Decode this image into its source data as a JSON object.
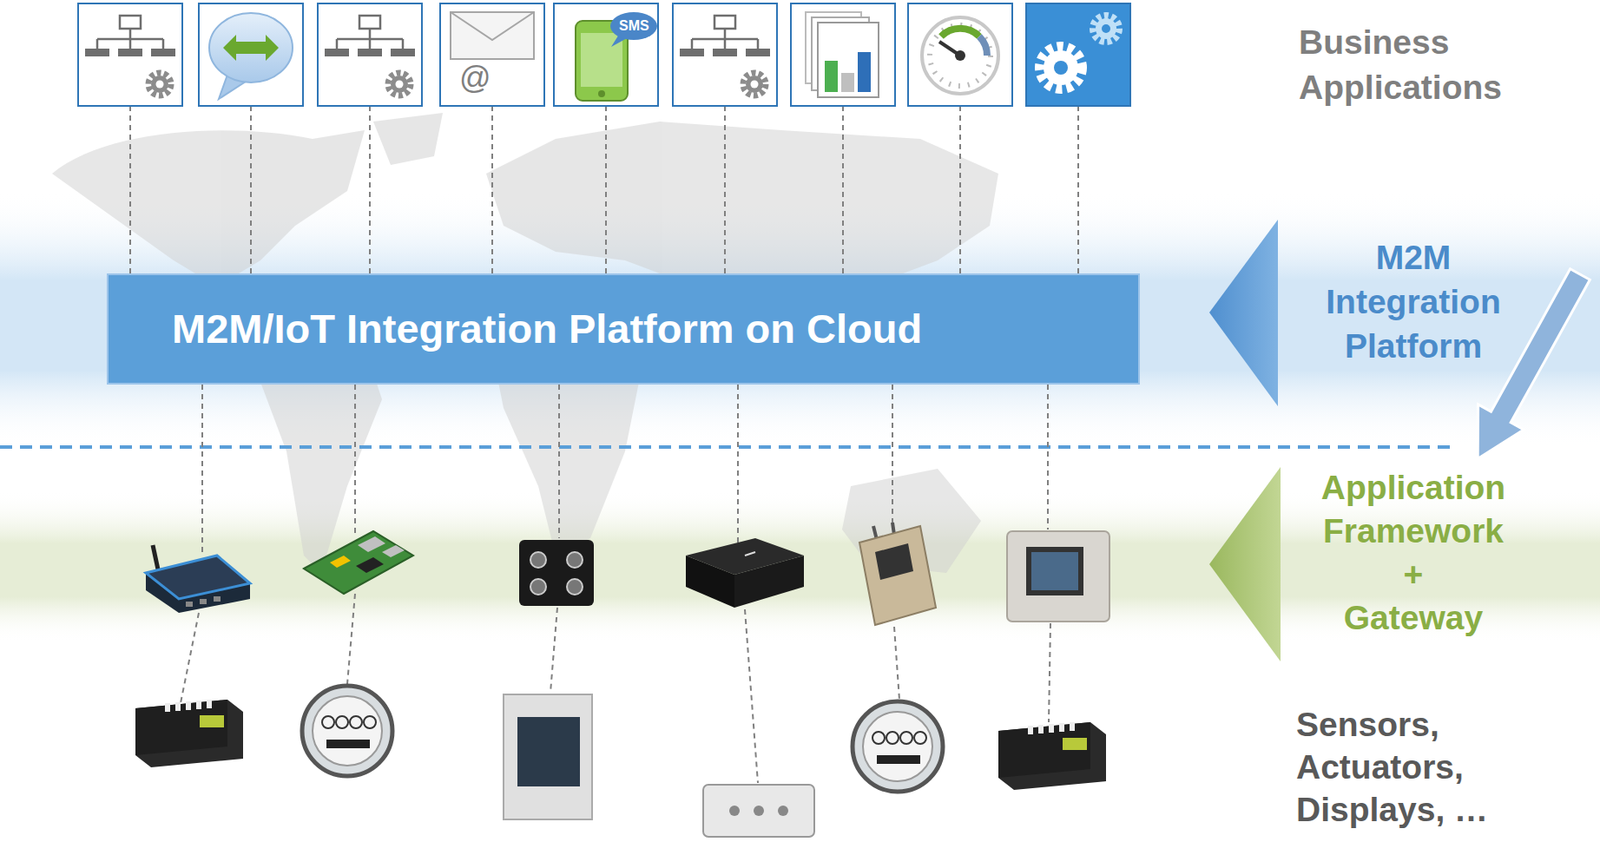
{
  "diagram": {
    "nodes": [
      {
        "text": [
          "M2M/IoT Integration Platform on Cloud"
        ]
      }
    ],
    "labels": [
      "@",
      "SMS",
      "Business Applications",
      "M2M Integration Platform",
      "Application Framework + Gateway",
      "Sensors, Actuators, Displays, …"
    ]
  }
}
